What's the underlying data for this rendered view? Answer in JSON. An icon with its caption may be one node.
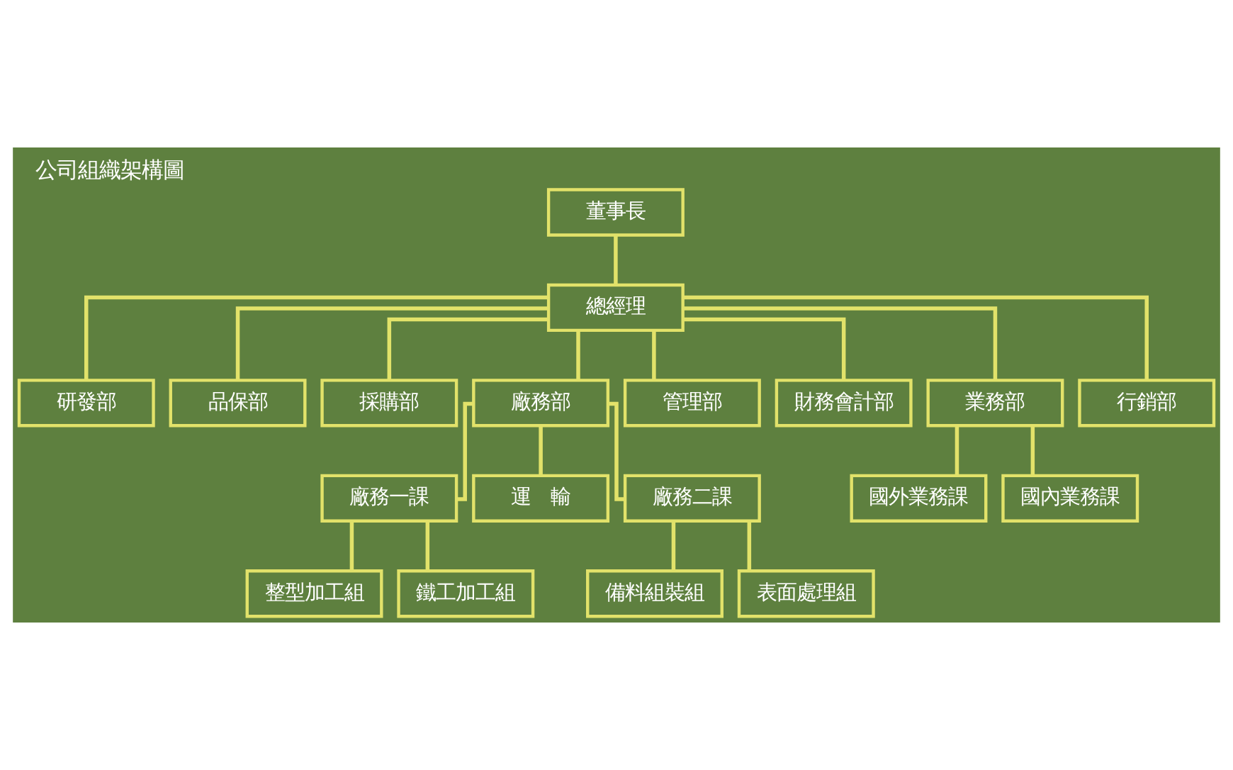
{
  "diagram": {
    "title": "公司組織架構圖",
    "nodes": [
      {
        "text": [
          "董事長"
        ]
      },
      {
        "text": [
          "總經理"
        ]
      },
      {
        "text": [
          "研發部"
        ]
      },
      {
        "text": [
          "品保部"
        ]
      },
      {
        "text": [
          "採購部"
        ]
      },
      {
        "text": [
          "廠務部"
        ]
      },
      {
        "text": [
          "管理部"
        ]
      },
      {
        "text": [
          "財務會計部"
        ]
      },
      {
        "text": [
          "業務部"
        ]
      },
      {
        "text": [
          "行銷部"
        ]
      },
      {
        "text": [
          "廠務一課"
        ]
      },
      {
        "text": [
          "運　輸"
        ]
      },
      {
        "text": [
          "廠務二課"
        ]
      },
      {
        "text": [
          "國外業務課"
        ]
      },
      {
        "text": [
          "國內業務課"
        ]
      },
      {
        "text": [
          "整型加工組"
        ]
      },
      {
        "text": [
          "鐵工加工組"
        ]
      },
      {
        "text": [
          "備料組裝組"
        ]
      },
      {
        "text": [
          "表面處理組"
        ]
      }
    ],
    "edges": [
      {
        "from": 0,
        "to": 1,
        "arrow": "none"
      },
      {
        "from": 1,
        "to": 2,
        "arrow": "none"
      },
      {
        "from": 1,
        "to": 3,
        "arrow": "none"
      },
      {
        "from": 1,
        "to": 4,
        "arrow": "none"
      },
      {
        "from": 1,
        "to": 5,
        "arrow": "none"
      },
      {
        "from": 1,
        "to": 6,
        "arrow": "none"
      },
      {
        "from": 1,
        "to": 7,
        "arrow": "none"
      },
      {
        "from": 1,
        "to": 8,
        "arrow": "none"
      },
      {
        "from": 1,
        "to": 9,
        "arrow": "none"
      },
      {
        "from": 5,
        "to": 10,
        "arrow": "none"
      },
      {
        "from": 5,
        "to": 11,
        "arrow": "none"
      },
      {
        "from": 5,
        "to": 12,
        "arrow": "none"
      },
      {
        "from": 8,
        "to": 13,
        "arrow": "none"
      },
      {
        "from": 8,
        "to": 14,
        "arrow": "none"
      },
      {
        "from": 10,
        "to": 15,
        "arrow": "none"
      },
      {
        "from": 10,
        "to": 16,
        "arrow": "none"
      },
      {
        "from": 12,
        "to": 17,
        "arrow": "none"
      },
      {
        "from": 12,
        "to": 18,
        "arrow": "none"
      }
    ]
  }
}
